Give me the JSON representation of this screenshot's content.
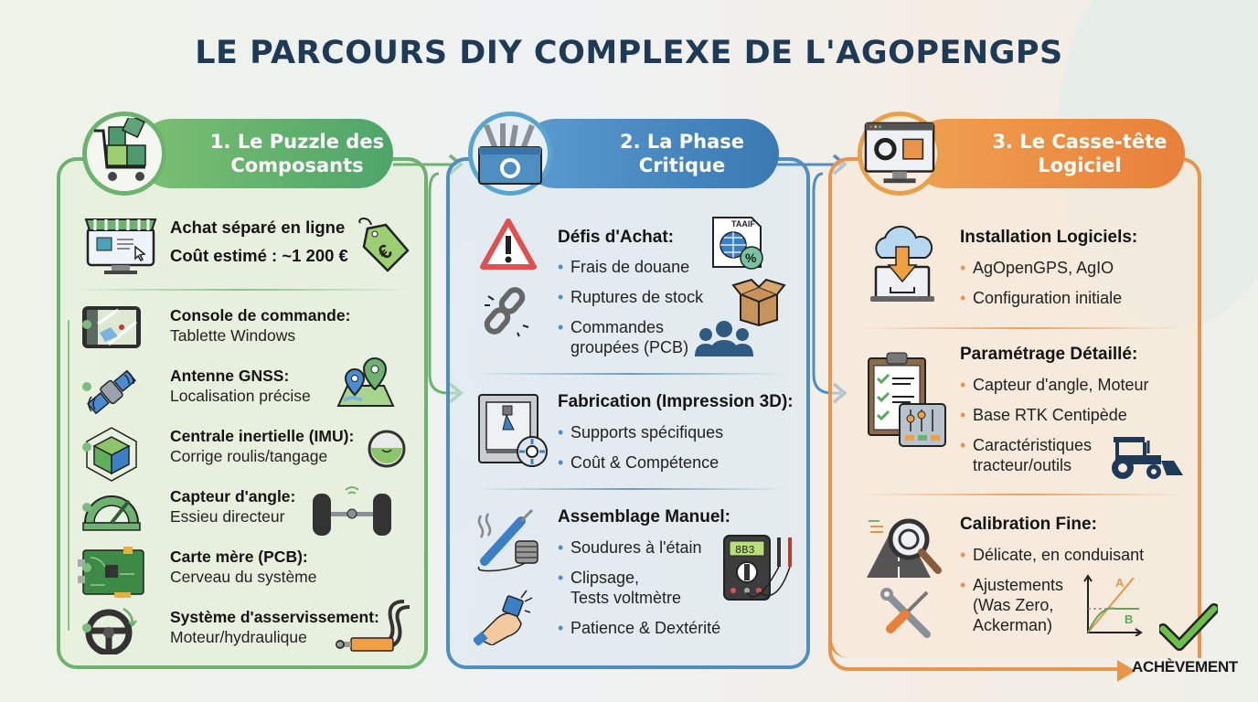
{
  "title": "LE PARCOURS DIY COMPLEXE DE L'AGOPENGPS",
  "colors": {
    "green": "#6db36f",
    "blue": "#4f8ec1",
    "orange": "#e8944a",
    "title": "#1f3a57"
  },
  "panels": [
    {
      "header": "1. Le Puzzle des\nComposants",
      "badge_icon": "shopping-cart-puzzle-icon",
      "intro": {
        "icon": "online-shop-icon",
        "line1": "Achat séparé en ligne",
        "line2": "Coût estimé : ~1 200 €",
        "side_icon": "euro-price-tag-icon"
      },
      "components": [
        {
          "icon": "tablet-map-icon",
          "title": "Console de commande:",
          "desc": "Tablette Windows",
          "side_icon": ""
        },
        {
          "icon": "satellite-icon",
          "title": "Antenne GNSS:",
          "desc": "Localisation précise",
          "side_icon": "map-pins-icon"
        },
        {
          "icon": "imu-cube-icon",
          "title": "Centrale inertielle (IMU):",
          "desc": "Corrige roulis/tangage",
          "side_icon": "level-gauge-icon"
        },
        {
          "icon": "angle-gauge-icon",
          "title": "Capteur d'angle:",
          "desc": "Essieu directeur",
          "side_icon": "axle-wheels-icon"
        },
        {
          "icon": "pcb-board-icon",
          "title": "Carte mère (PCB):",
          "desc": "Cerveau du système",
          "side_icon": ""
        },
        {
          "icon": "steering-wheel-icon",
          "title": "Système d'asservissement:",
          "desc": "Moteur/hydraulique",
          "side_icon": "hydraulic-cylinder-icon"
        }
      ]
    },
    {
      "header": "2. La Phase\nCritique",
      "badge_icon": "toolbox-icon",
      "sections": [
        {
          "title": "Défis d'Achat:",
          "bullets": [
            "Frais de douane",
            "Ruptures de stock",
            "Commandes\ngroupées (PCB)"
          ],
          "icons": [
            "warning-triangle-icon",
            "broken-chain-icon",
            "tariff-document-icon",
            "cardboard-box-icon",
            "group-people-icon"
          ],
          "tariff_label": "TAAIF"
        },
        {
          "title": "Fabrication (Impression 3D):",
          "bullets": [
            "Supports spécifiques",
            "Coût & Compétence"
          ],
          "icons": [
            "3d-printer-icon"
          ]
        },
        {
          "title": "Assemblage Manuel:",
          "bullets": [
            "Soudures à l'étain",
            "Clipsage,\nTests voltmètre",
            "Patience & Dextérité"
          ],
          "icons": [
            "soldering-iron-icon",
            "hand-chip-icon",
            "multimeter-icon"
          ],
          "multimeter_display": "8B3"
        }
      ]
    },
    {
      "header": "3. Le Casse-tête\nLogiciel",
      "badge_icon": "monitor-gear-puzzle-icon",
      "sections": [
        {
          "title": "Installation Logiciels:",
          "bullets": [
            "AgOpenGPS, AgIO",
            "Configuration initiale"
          ],
          "icons": [
            "cloud-download-laptop-icon"
          ]
        },
        {
          "title": "Paramétrage Détaillé:",
          "bullets": [
            "Capteur d'angle, Moteur",
            "Base RTK Centipède",
            "Caractéristiques\ntracteur/outils"
          ],
          "icons": [
            "checklist-clipboard-icon",
            "tractor-icon"
          ]
        },
        {
          "title": "Calibration Fine:",
          "bullets": [
            "Délicate, en conduisant",
            "Ajustements\n(Was Zero,\nAckerman)"
          ],
          "icons": [
            "road-magnifier-icon",
            "wrench-screwdriver-icon",
            "calibration-graph-icon"
          ],
          "graph_labels": [
            "A",
            "B"
          ]
        }
      ]
    }
  ],
  "completion": {
    "label": "ACHÈVEMENT",
    "icon": "checkmark-icon"
  }
}
